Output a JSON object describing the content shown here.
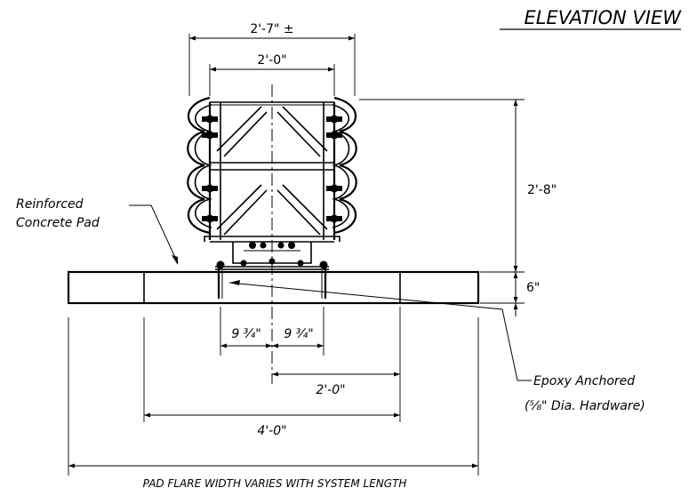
{
  "title": "ELEVATION VIEW",
  "dimensions": {
    "overall_width": "2'-7\" ±",
    "rail_width": "2'-0\"",
    "height": "2'-8\"",
    "pad_thickness": "6\"",
    "anchor_spacing_left": "9 ¾\"",
    "anchor_spacing_right": "9 ¾\"",
    "half_pad_center": "2'-0\"",
    "pad_center_width": "4'-0\"",
    "pad_flare_note": "PAD FLARE WIDTH VARIES WITH SYSTEM LENGTH"
  },
  "callouts": {
    "pad_line1": "Reinforced",
    "pad_line2": "Concrete Pad",
    "anchor_line1": "Epoxy Anchored",
    "anchor_line2": "(⅝\" Dia. Hardware)"
  }
}
